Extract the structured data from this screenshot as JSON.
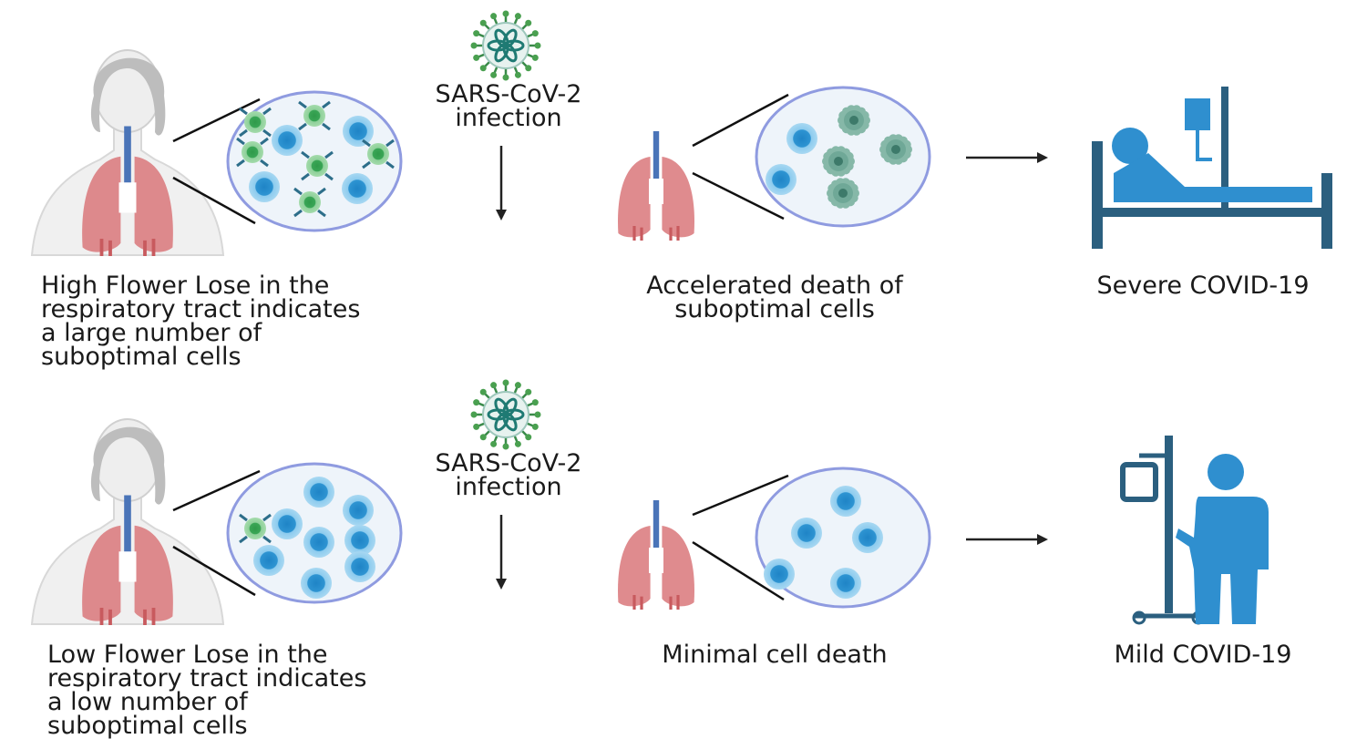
{
  "rows": [
    {
      "infection_label": [
        "SARS-CoV-2",
        "infection"
      ],
      "left_label": [
        "High Flower Lose in the",
        "respiratory tract indicates",
        "a large number of",
        "suboptimal cells"
      ],
      "middle_label": [
        "Accelerated death of",
        "suboptimal cells"
      ],
      "outcome_label": "Severe COVID-19",
      "outcome_icon": "hospital-bed-icon"
    },
    {
      "infection_label": [
        "SARS-CoV-2",
        "infection"
      ],
      "left_label": [
        "Low Flower Lose in the",
        "respiratory tract indicates",
        "a low number of",
        "suboptimal cells"
      ],
      "middle_label": [
        "Minimal cell death"
      ],
      "outcome_label": "Mild COVID-19",
      "outcome_icon": "iv-stand-patient-icon"
    }
  ],
  "colors": {
    "healthy_cell": "#3a9ad6",
    "suboptimal_cell": "#5cb86a",
    "dying_cell": "#5a9a86",
    "virus": "#1f7a73",
    "lung": "#d9777a",
    "icon_blue": "#2f8fcf",
    "bed_frame": "#2b5f7f",
    "circle_border": "#8f9be0",
    "circle_fill": "#eef4fa"
  }
}
